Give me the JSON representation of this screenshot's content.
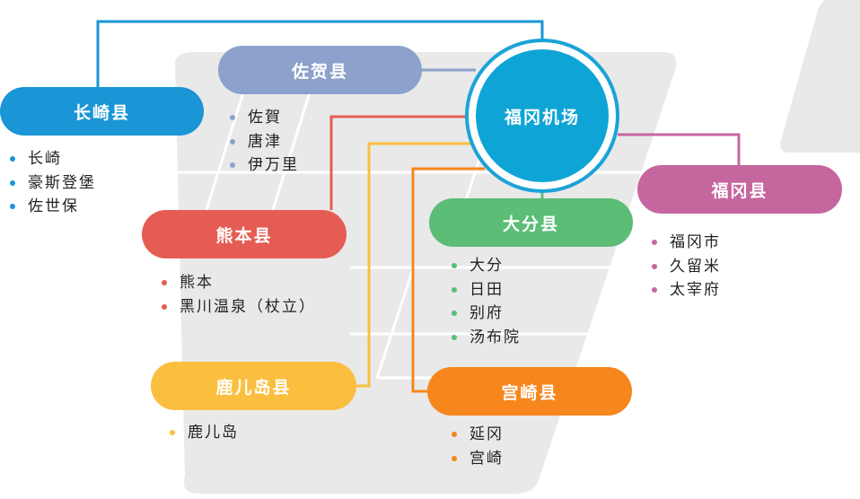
{
  "colors": {
    "nagasaki": "#1a95d5",
    "saga": "#8ca1cb",
    "kumamoto": "#e55c54",
    "kagoshima": "#fbbf40",
    "oita": "#5cbd76",
    "miyazaki": "#f7861c",
    "fukuoka": "#c6669e",
    "hub": "#0ea5d6",
    "band": "#e9e9e9"
  },
  "hub": {
    "label": "福冈机场"
  },
  "prefectures": {
    "nagasaki": {
      "label": "长崎县",
      "items": [
        "长崎",
        "豪斯登堡",
        "佐世保"
      ]
    },
    "saga": {
      "label": "佐贺县",
      "items": [
        "佐賀",
        "唐津",
        "伊万里"
      ]
    },
    "kumamoto": {
      "label": "熊本县",
      "items": [
        "熊本",
        "黑川温泉（杖立）"
      ]
    },
    "kagoshima": {
      "label": "鹿儿岛县",
      "items": [
        "鹿儿岛"
      ]
    },
    "oita": {
      "label": "大分县",
      "items": [
        "大分",
        "日田",
        "别府",
        "汤布院"
      ]
    },
    "miyazaki": {
      "label": "宫崎县",
      "items": [
        "延冈",
        "宫崎"
      ]
    },
    "fukuoka": {
      "label": "福冈县",
      "items": [
        "福冈市",
        "久留米",
        "太宰府"
      ]
    }
  }
}
